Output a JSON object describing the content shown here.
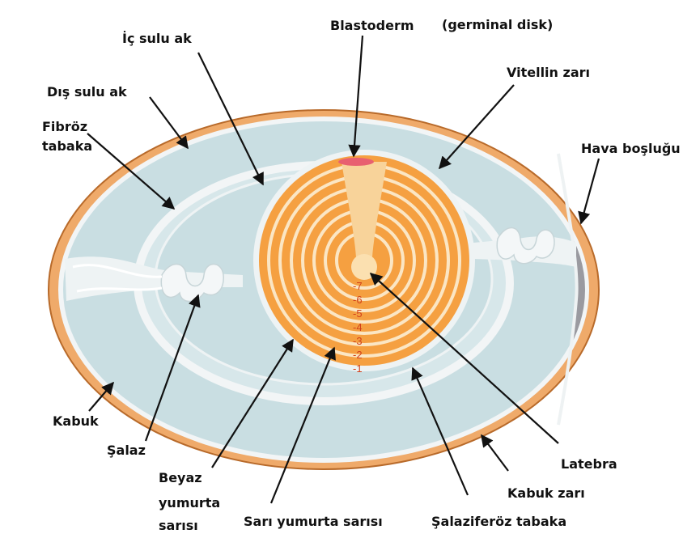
{
  "labels": {
    "ic_sulu_ak": "İç sulu ak",
    "dis_sulu_ak": "Dış sulu ak",
    "fibroz_1": "Fibröz",
    "fibroz_2": "tabaka",
    "blastoderm": "Blastoderm",
    "germinal_disk": "(germinal disk)",
    "vitellin_zari": "Vitellin zarı",
    "hava_boslugu": "Hava boşluğu",
    "kabuk": "Kabuk",
    "salaz": "Şalaz",
    "beyaz_1": "Beyaz",
    "beyaz_2": "yumurta",
    "beyaz_3": "sarısı",
    "sari_yumurta_sarisi": "Sarı yumurta sarısı",
    "salaziferoz_tabaka": "Şalaziferöz tabaka",
    "kabuk_zari": "Kabuk zarı",
    "latebra": "Latebra"
  },
  "yolk_ring_numbers": [
    "-7",
    "-6",
    "-5",
    "-4",
    "-3",
    "-2",
    "-1"
  ],
  "colors": {
    "shell": "#efaa6a",
    "albumen": "#c9dee2",
    "membrane": "#f2f5f6",
    "yolk": "#f5a041",
    "yolk_ring": "#fbe6c4",
    "blastoderm": "#e86070",
    "air_cell": "#9a9aa0",
    "arrow": "#111111",
    "ring_number": "#d1401a"
  }
}
